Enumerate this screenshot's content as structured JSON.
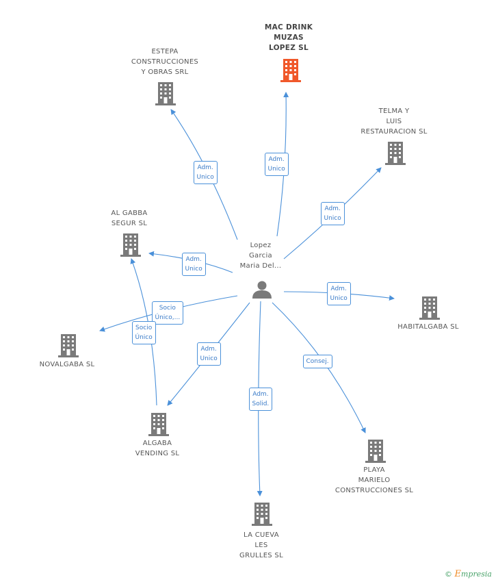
{
  "colors": {
    "edge": "#4a90d9",
    "building": "#7a7a7a",
    "building_focus": "#f0582a",
    "person": "#7a7a7a"
  },
  "center": {
    "label_lines": [
      "Lopez",
      "Garcia",
      "Maria Del..."
    ],
    "icon": "person-icon"
  },
  "companies": [
    {
      "id": "mac-drink-muzas-lopez",
      "lines": [
        "MAC DRINK",
        "MUZAS",
        "LOPEZ  SL"
      ],
      "focus": true,
      "icon": "building-icon"
    },
    {
      "id": "estepa-construcciones",
      "lines": [
        "ESTEPA",
        "CONSTRUCCIONES",
        "Y OBRAS SRL"
      ],
      "focus": false,
      "icon": "building-icon"
    },
    {
      "id": "telma-y-luis",
      "lines": [
        "TELMA Y",
        "LUIS",
        "RESTAURACION SL"
      ],
      "focus": false,
      "icon": "building-icon"
    },
    {
      "id": "al-gabba-segur",
      "lines": [
        "AL GABBA",
        "SEGUR SL"
      ],
      "focus": false,
      "icon": "building-icon"
    },
    {
      "id": "habitalgaba",
      "lines": [
        "HABITALGABA SL"
      ],
      "focus": false,
      "icon": "building-icon"
    },
    {
      "id": "novalgaba",
      "lines": [
        "NOVALGABA SL"
      ],
      "focus": false,
      "icon": "building-icon"
    },
    {
      "id": "algaba-vending",
      "lines": [
        "ALGABA",
        "VENDING SL"
      ],
      "focus": false,
      "icon": "building-icon"
    },
    {
      "id": "playa-marielo",
      "lines": [
        "PLAYA",
        "MARIELO",
        "CONSTRUCCIONES SL"
      ],
      "focus": false,
      "icon": "building-icon"
    },
    {
      "id": "la-cueva-les-grulles",
      "lines": [
        "LA CUEVA",
        "LES",
        "GRULLES  SL"
      ],
      "focus": false,
      "icon": "building-icon"
    }
  ],
  "relations": [
    {
      "to": "mac-drink-muzas-lopez",
      "lines": [
        "Adm.",
        "Unico"
      ]
    },
    {
      "to": "estepa-construcciones",
      "lines": [
        "Adm.",
        "Unico"
      ]
    },
    {
      "to": "telma-y-luis",
      "lines": [
        "Adm.",
        "Unico"
      ]
    },
    {
      "to": "al-gabba-segur",
      "lines": [
        "Adm.",
        "Unico"
      ]
    },
    {
      "to": "habitalgaba",
      "lines": [
        "Adm.",
        "Unico"
      ]
    },
    {
      "to": "novalgaba",
      "lines": [
        "Socio",
        "Único,..."
      ]
    },
    {
      "to": "algaba-vending",
      "lines": [
        "Adm.",
        "Unico"
      ]
    },
    {
      "to": "playa-marielo",
      "lines": [
        "Consej."
      ]
    },
    {
      "to": "la-cueva-les-grulles",
      "lines": [
        "Adm.",
        "Solid."
      ]
    },
    {
      "from": "algaba-vending",
      "to": "al-gabba-segur",
      "lines": [
        "Socio",
        "Único"
      ]
    }
  ],
  "footer": {
    "copyright": "©",
    "brand_initial": "E",
    "brand_rest": "mpresia"
  }
}
